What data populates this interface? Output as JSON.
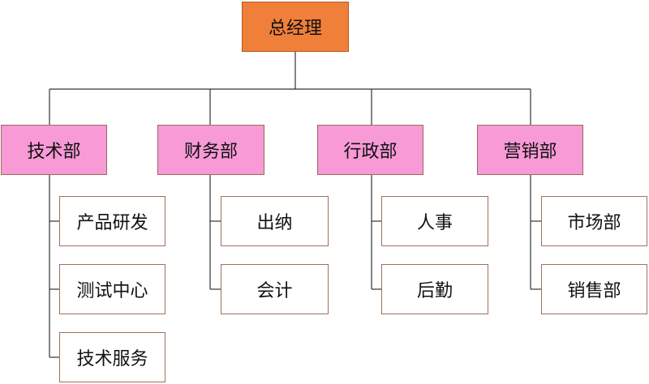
{
  "root": {
    "label": "总经理"
  },
  "departments": [
    {
      "label": "技术部",
      "teams": [
        "产品研发",
        "测试中心",
        "技术服务"
      ]
    },
    {
      "label": "财务部",
      "teams": [
        "出纳",
        "会计"
      ]
    },
    {
      "label": "行政部",
      "teams": [
        "人事",
        "后勤"
      ]
    },
    {
      "label": "营销部",
      "teams": [
        "市场部",
        "销售部"
      ]
    }
  ],
  "colors": {
    "root_fill": "#f07f3a",
    "department_fill": "#f79ad6",
    "team_fill": "#ffffff",
    "connector": "#333333"
  }
}
